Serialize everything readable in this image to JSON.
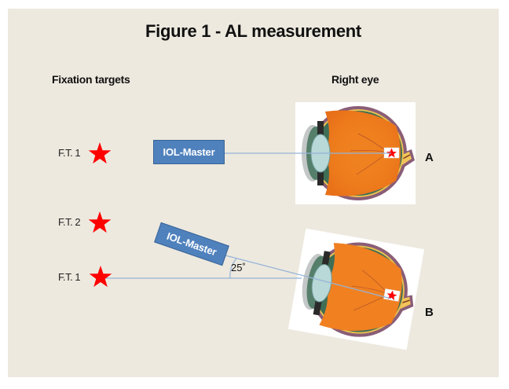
{
  "title": "Figure 1 - AL measurement",
  "headings": {
    "fixation_targets": "Fixation targets",
    "right_eye": "Right eye"
  },
  "fixation_targets": [
    {
      "label": "F.T. 1",
      "icon": "red-star-icon"
    },
    {
      "label": "F.T. 2",
      "icon": "red-star-icon"
    },
    {
      "label": "F.T. 1",
      "icon": "red-star-icon"
    }
  ],
  "devices": {
    "top": "IOL-Master",
    "tilted": "IOL-Master"
  },
  "angle": "25˚",
  "eye_labels": {
    "a": "A",
    "b": "B"
  },
  "colors": {
    "star": "#ff0000",
    "device_box": "#4f81bd",
    "line": "#95b3d7",
    "background": "#ede9df"
  }
}
